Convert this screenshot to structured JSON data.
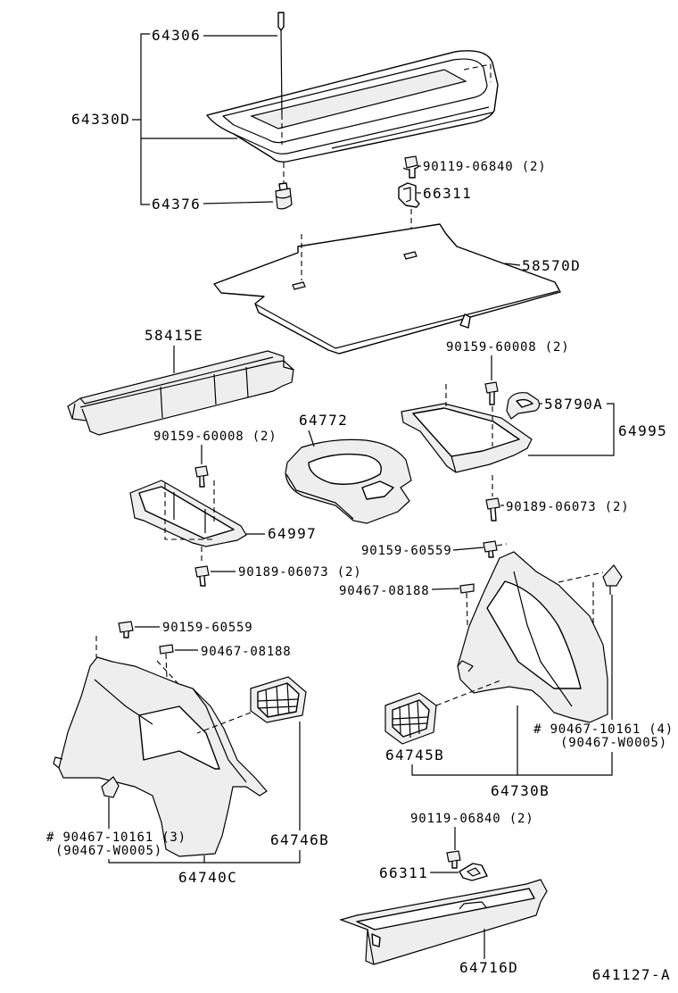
{
  "labels": {
    "tray_pin": "64306",
    "package_tray": "64330D",
    "tray_grommet": "64376",
    "tray_bolt": "90119-06840 (2)",
    "tray_bracket": "66311",
    "floor_mat": "58570D",
    "tool_box": "58415E",
    "right_tray_bolt": "90159-60008 (2)",
    "handle": "58790A",
    "right_tray": "64995",
    "jack_holder": "64772",
    "left_tray_bolt": "90159-60008 (2)",
    "left_tray": "64997",
    "right_tray_screw": "90189-06073 (2)",
    "right_trim_bolt": "90159-60559",
    "left_tray_screw": "90189-06073 (2)",
    "right_trim_pin": "90467-08188",
    "left_trim_bolt": "90159-60559",
    "left_trim_pin": "90467-08188",
    "right_trim_clip": "# 90467-10161 (4)",
    "right_trim_clip_alt": "(90467-W0005)",
    "right_vent": "64745B",
    "right_trim": "64730B",
    "left_trim_clip": "# 90467-10161 (3)",
    "left_trim_clip_alt": "(90467-W0005)",
    "left_vent": "64746B",
    "left_trim": "64740C",
    "sill_bolt": "90119-06840 (2)",
    "sill_bracket": "66311",
    "sill_plate": "64716D"
  },
  "drawing_number": "641127-A"
}
